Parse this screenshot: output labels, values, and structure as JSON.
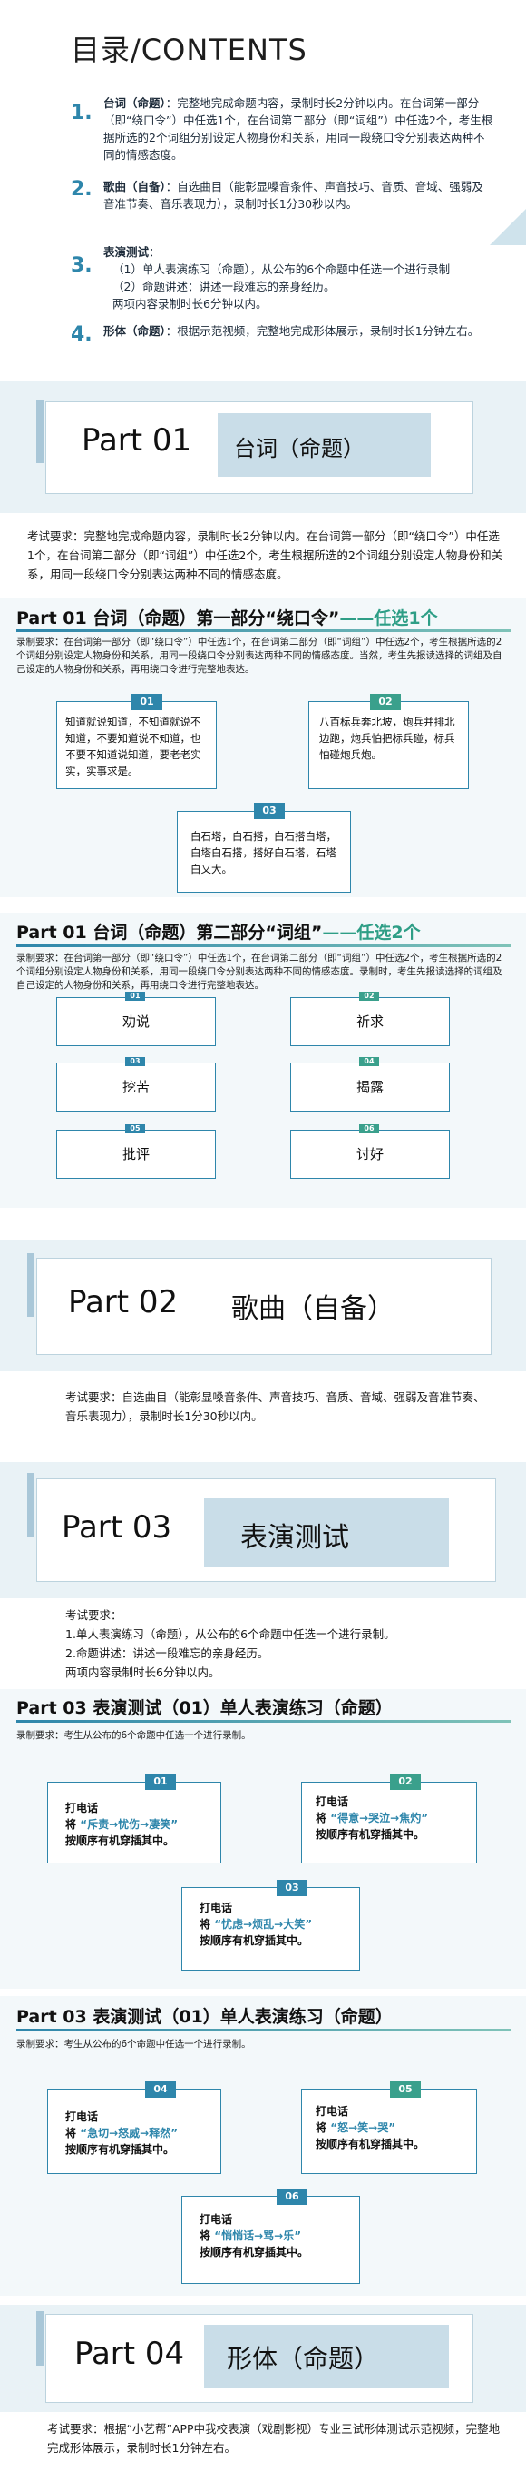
{
  "contents": {
    "title": "目录/CONTENTS",
    "items": [
      {
        "num": "1.",
        "title": "台词（命题）",
        "text": "：完整地完成命题内容，录制时长2分钟以内。在台词第一部分（即“绕口令”）中任选1个，在台词第二部分（即“词组”）中任选2个，考生根据所选的2个词组分别设定人物身份和关系，用同一段绕口令分别表达两种不同的情感态度。"
      },
      {
        "num": "2.",
        "title": "歌曲（自备）",
        "text": "：自选曲目（能彰显嗓音条件、声音技巧、音质、音域、强弱及音准节奏、音乐表现力），录制时长1分30秒以内。"
      },
      {
        "num": "3.",
        "title": "表演测试",
        "text": "：",
        "sub": [
          "（1）单人表演练习（命题），从公布的6个命题中任选一个进行录制",
          "（2）命题讲述：讲述一段难忘的亲身经历。",
          "两项内容录制时长6分钟以内。"
        ]
      },
      {
        "num": "4.",
        "title": "形体（命题）",
        "text": "：根据示范视频，完整地完成形体展示，录制时长1分钟左右。"
      }
    ]
  },
  "part01": {
    "label": "Part 01",
    "title": "台词（命题）",
    "requirement": "考试要求：完整地完成命题内容，录制时长2分钟以内。在台词第一部分（即“绕口令”）中任选1个，在台词第二部分（即“词组”）中任选2个，考生根据所选的2个词组分别设定人物身份和关系，用同一段绕口令分别表达两种不同的情感态度。"
  },
  "sec1": {
    "head": "Part 01 台词（命题）第一部分“绕口令”",
    "accent": "——任选1个",
    "note": "录制要求：在台词第一部分（即“绕口令”）中任选1个，在台词第二部分（即“词组”）中任选2个，考生根据所选的2个词组分别设定人物身份和关系，用同一段绕口令分别表达两种不同的情感态度。当然，考生先报读选择的词组及自己设定的人物身份和关系，再用绕口令进行完整地表达。",
    "cards": [
      {
        "tab": "01",
        "text": "知道就说知道，不知道就说不知道，不要知道说不知道，也不要不知道说知道，要老老实实，实事求是。"
      },
      {
        "tab": "02",
        "text": "八百标兵奔北坡，炮兵并排北边跑，炮兵怕把标兵碰，标兵怕碰炮兵炮。"
      },
      {
        "tab": "03",
        "text": "白石塔，白石搭，白石搭白塔，白塔白石搭，搭好白石塔，石塔白又大。"
      }
    ]
  },
  "sec2": {
    "head": "Part 01  台词（命题）第二部分“词组”",
    "accent": "——任选2个",
    "note": "录制要求：在台词第一部分（即“绕口令”）中任选1个，在台词第二部分（即“词组”）中任选2个，考生根据所选的2个词组分别设定人物身份和关系，用同一段绕口令分别表达两种不同的情感态度。录制时，考生先报读选择的词组及自己设定的人物身份和关系，再用绕口令进行完整地表达。",
    "words": [
      {
        "tab": "01",
        "text": "劝说"
      },
      {
        "tab": "02",
        "text": "祈求"
      },
      {
        "tab": "03",
        "text": "挖苦"
      },
      {
        "tab": "04",
        "text": "揭露"
      },
      {
        "tab": "05",
        "text": "批评"
      },
      {
        "tab": "06",
        "text": "讨好"
      }
    ]
  },
  "part02": {
    "label": "Part 02",
    "title": "歌曲（自备）",
    "requirement": "考试要求：自选曲目（能彰显嗓音条件、声音技巧、音质、音域、强弱及音准节奏、音乐表现力），录制时长1分30秒以内。"
  },
  "part03": {
    "label": "Part 03",
    "title": "表演测试",
    "req_head": "考试要求：",
    "req_lines": [
      "1.单人表演练习（命题），从公布的6个命题中任选一个进行录制。",
      "2.命题讲述：讲述一段难忘的亲身经历。",
      "两项内容录制时长6分钟以内。"
    ]
  },
  "sec3": {
    "head": "Part 03 表演测试（01）单人表演练习（命题）",
    "note": "录制要求：考生从公布的6个命题中任选一个进行录制。",
    "cards": [
      {
        "tab": "01",
        "l1": "打电话",
        "pre": "将",
        "hl": "“斥责→忧伤→凄笑”",
        "l3": "按顺序有机穿插其中。"
      },
      {
        "tab": "02",
        "l1": "打电话",
        "pre": "将",
        "hl": "“得意→哭泣→焦灼”",
        "l3": "按顺序有机穿插其中。"
      },
      {
        "tab": "03",
        "l1": "打电话",
        "pre": "将",
        "hl": "“忧虑→烦乱→大笑”",
        "l3": "按顺序有机穿插其中。"
      }
    ]
  },
  "sec4": {
    "head": "Part 03 表演测试（01）单人表演练习（命题）",
    "note": "录制要求：考生从公布的6个命题中任选一个进行录制。",
    "cards": [
      {
        "tab": "04",
        "l1": "打电话",
        "pre": "将",
        "hl": "“急切→怒威→释然”",
        "l3": "按顺序有机穿插其中。"
      },
      {
        "tab": "05",
        "l1": "打电话",
        "pre": "将",
        "hl": "“怒→笑→哭”",
        "l3": "按顺序有机穿插其中。"
      },
      {
        "tab": "06",
        "l1": "打电话",
        "pre": "将",
        "hl": "“悄悄话→骂→乐”",
        "l3": "按顺序有机穿插其中。"
      }
    ]
  },
  "part04": {
    "label": "Part 04",
    "title": "形体（命题）",
    "requirement": "考试要求：根据“小艺帮”APP中我校表演（戏剧影视）专业三试形体测试示范视频，完整地完成形体展示，录制时长1分钟左右。"
  }
}
